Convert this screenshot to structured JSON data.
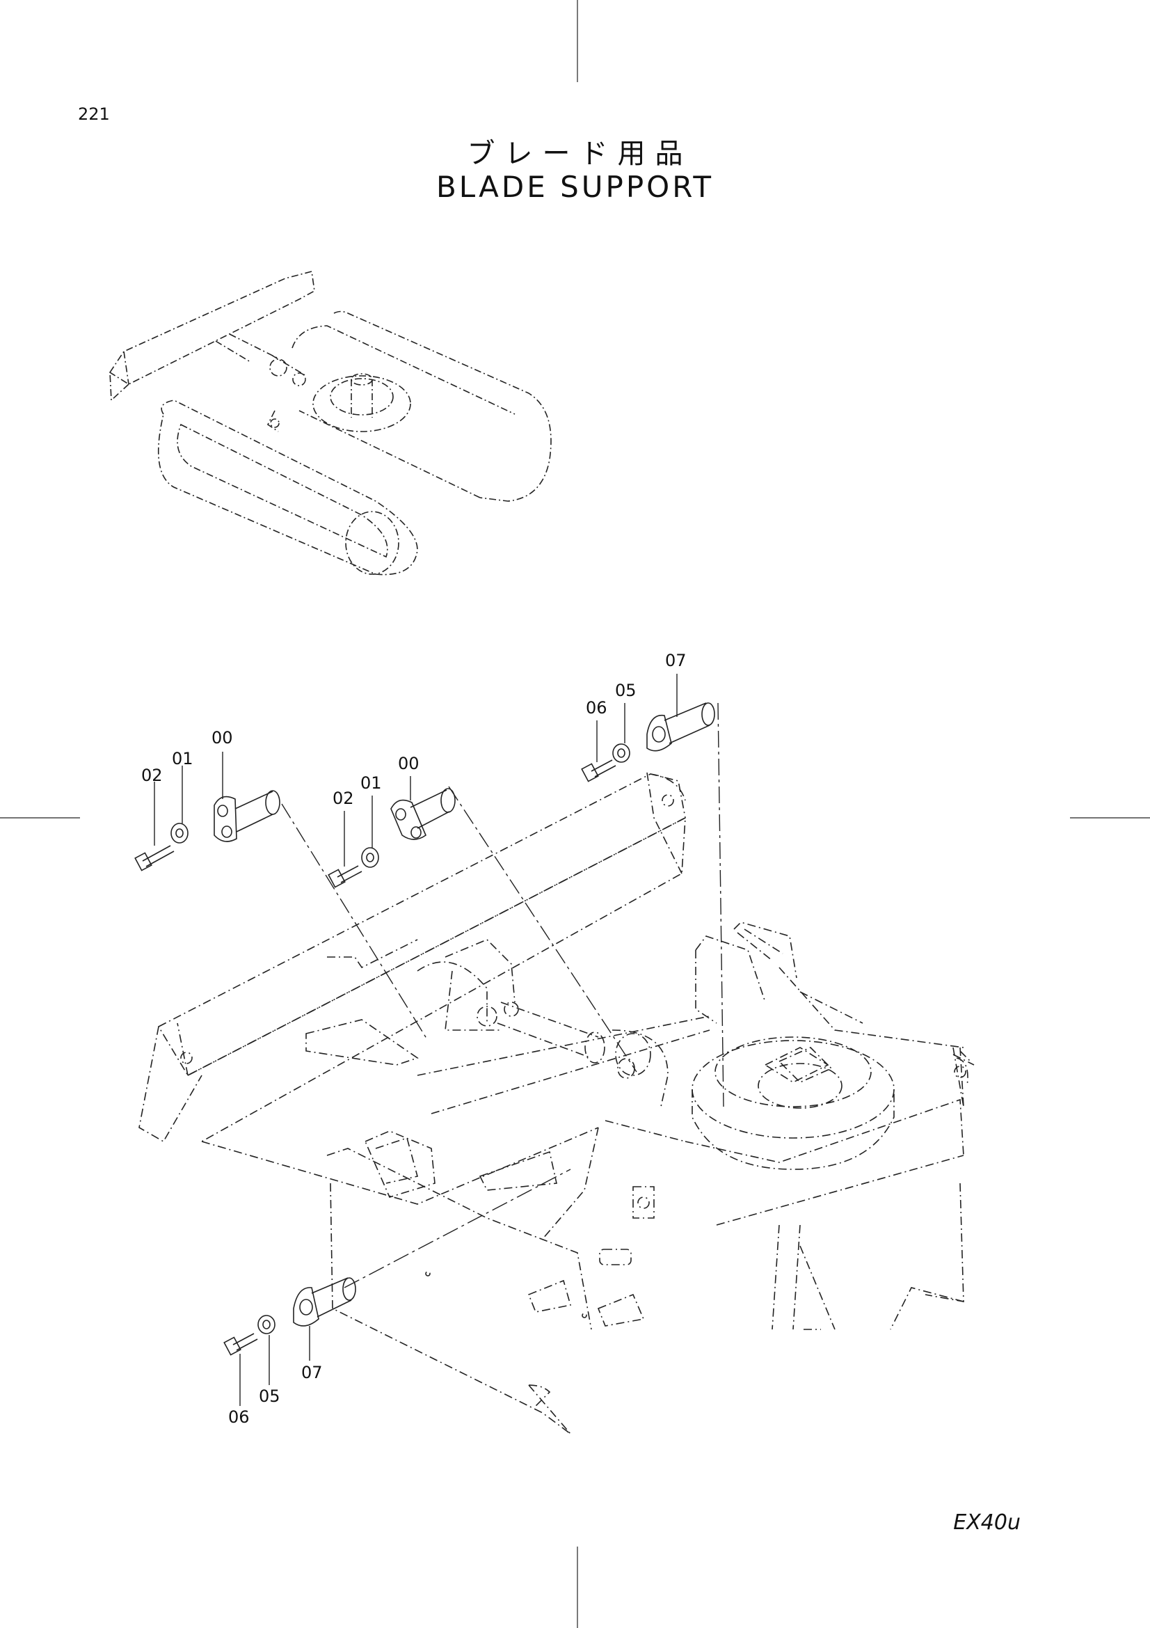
{
  "page": {
    "number": "221",
    "model": "EX40u"
  },
  "title": {
    "japanese": "ブレード用品",
    "english": "BLADE SUPPORT"
  },
  "callouts": {
    "a00": "00",
    "a01": "01",
    "a02": "02",
    "b00": "00",
    "b01": "01",
    "b02": "02",
    "c05": "05",
    "c06": "06",
    "c07": "07",
    "d05": "05",
    "d06": "06",
    "d07": "07"
  }
}
